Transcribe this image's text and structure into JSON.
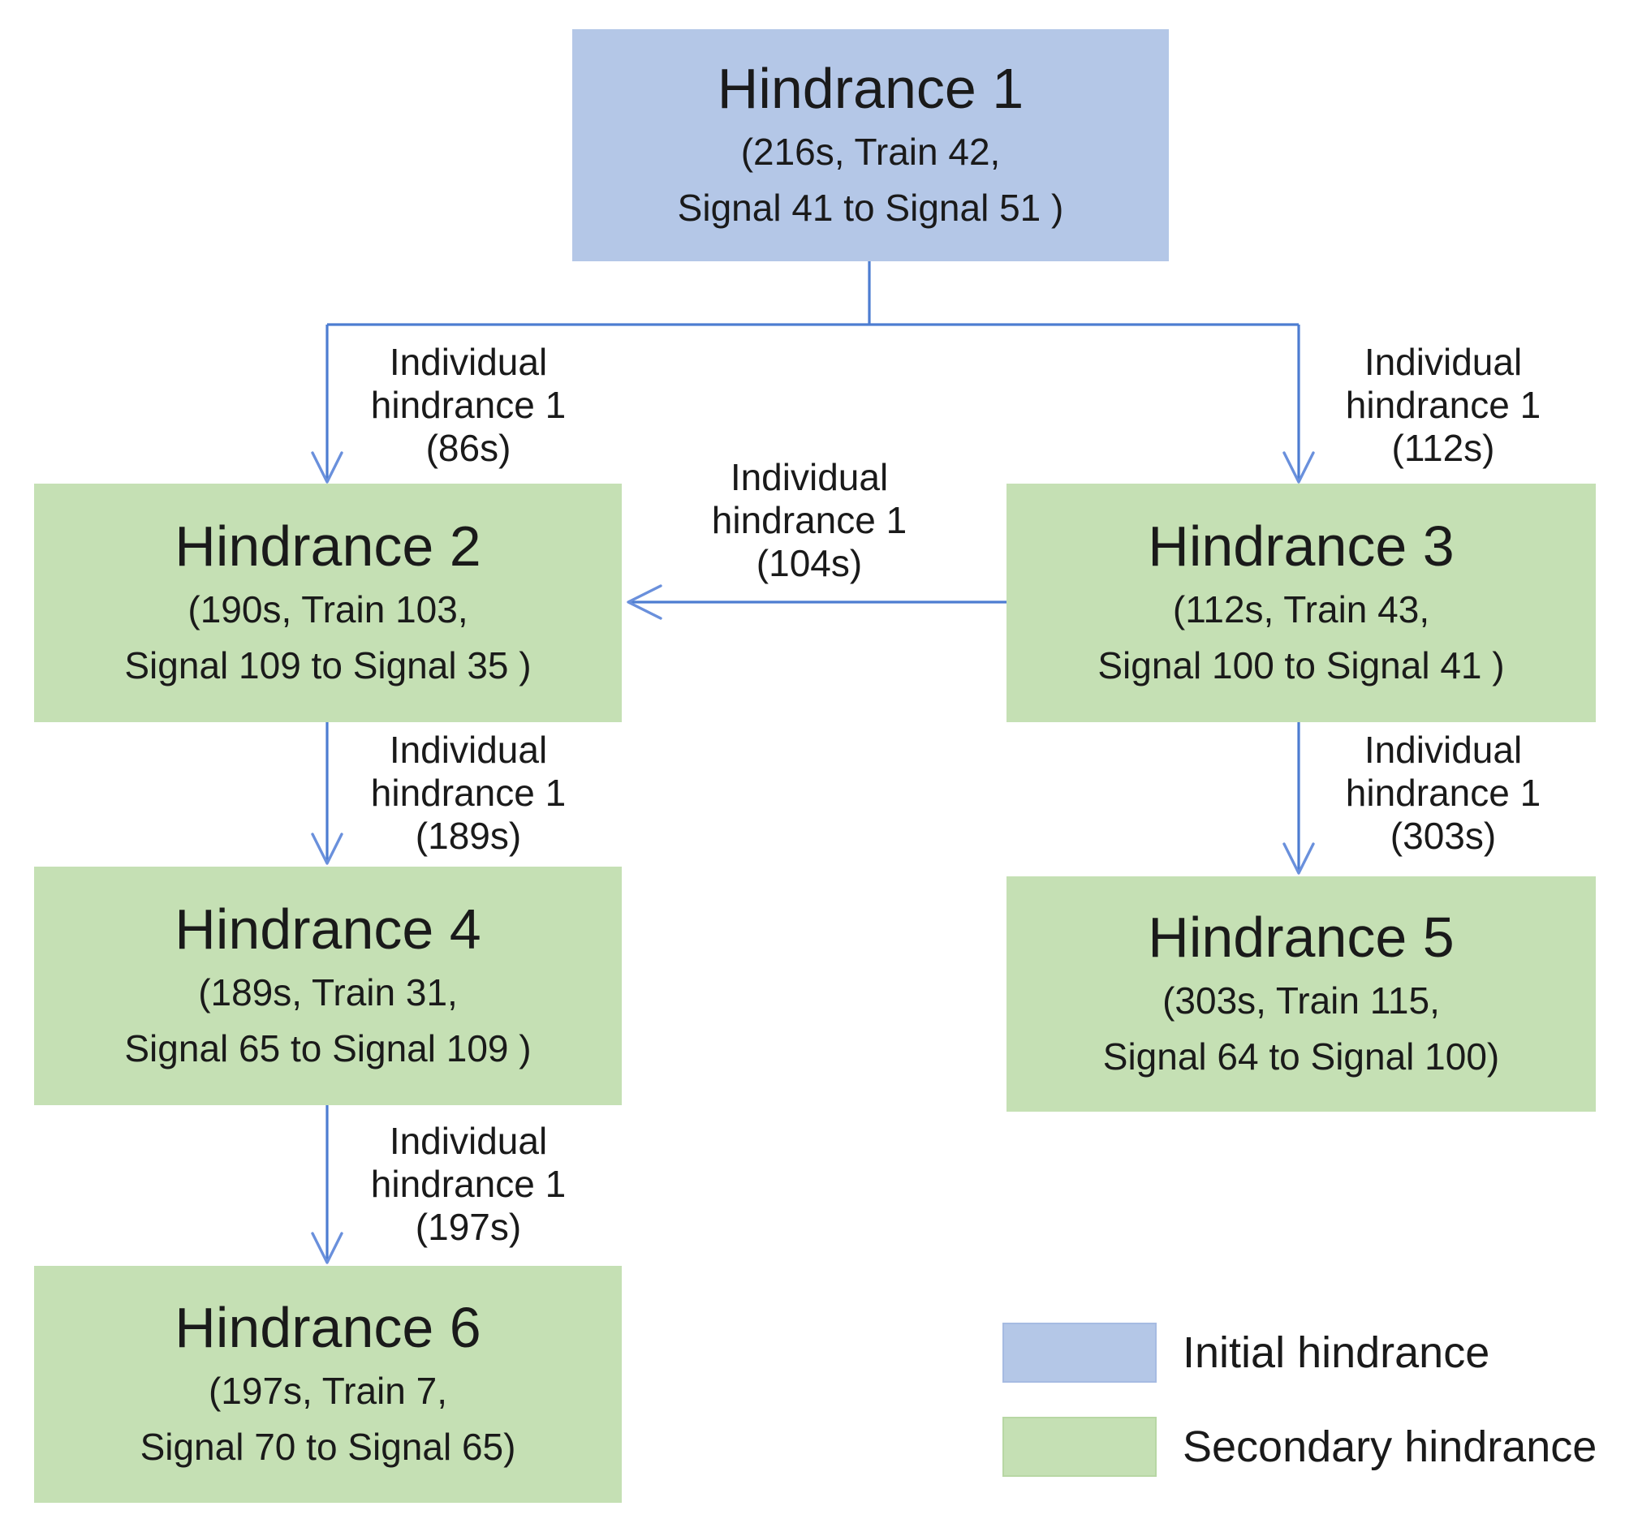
{
  "nodes": {
    "h1": {
      "title": "Hindrance 1",
      "details": [
        "(216s, Train 42,",
        "Signal 41 to Signal 51 )"
      ],
      "type": "initial"
    },
    "h2": {
      "title": "Hindrance 2",
      "details": [
        "(190s, Train 103,",
        "Signal 109 to Signal 35 )"
      ],
      "type": "secondary"
    },
    "h3": {
      "title": "Hindrance 3",
      "details": [
        "(112s, Train 43,",
        "Signal 100 to Signal 41 )"
      ],
      "type": "secondary"
    },
    "h4": {
      "title": "Hindrance 4",
      "details": [
        "(189s, Train 31,",
        "Signal 65 to Signal 109 )"
      ],
      "type": "secondary"
    },
    "h5": {
      "title": "Hindrance 5",
      "details": [
        "(303s, Train 115,",
        "Signal 64 to Signal 100)"
      ],
      "type": "secondary"
    },
    "h6": {
      "title": "Hindrance 6",
      "details": [
        "(197s, Train 7,",
        "Signal 70 to Signal 65)"
      ],
      "type": "secondary"
    }
  },
  "edges": {
    "h1_to_h2": {
      "lines": [
        "Individual",
        "hindrance 1",
        "(86s)"
      ]
    },
    "h1_to_h3": {
      "lines": [
        "Individual",
        "hindrance 1",
        "(112s)"
      ]
    },
    "h3_to_h2": {
      "lines": [
        "Individual",
        "hindrance 1",
        "(104s)"
      ]
    },
    "h2_to_h4": {
      "lines": [
        "Individual",
        "hindrance 1",
        "(189s)"
      ]
    },
    "h3_to_h5": {
      "lines": [
        "Individual",
        "hindrance 1",
        "(303s)"
      ]
    },
    "h4_to_h6": {
      "lines": [
        "Individual",
        "hindrance 1",
        "(197s)"
      ]
    }
  },
  "legend": {
    "items": [
      {
        "label": "Initial hindrance",
        "color": "#b4c7e7"
      },
      {
        "label": "Secondary hindrance",
        "color": "#c5e0b4"
      }
    ]
  },
  "colors": {
    "initial_fill": "#b4c7e7",
    "secondary_fill": "#c5e0b4",
    "connector": "#4d7dd1",
    "text": "#1a1a1a",
    "background": "#ffffff"
  }
}
